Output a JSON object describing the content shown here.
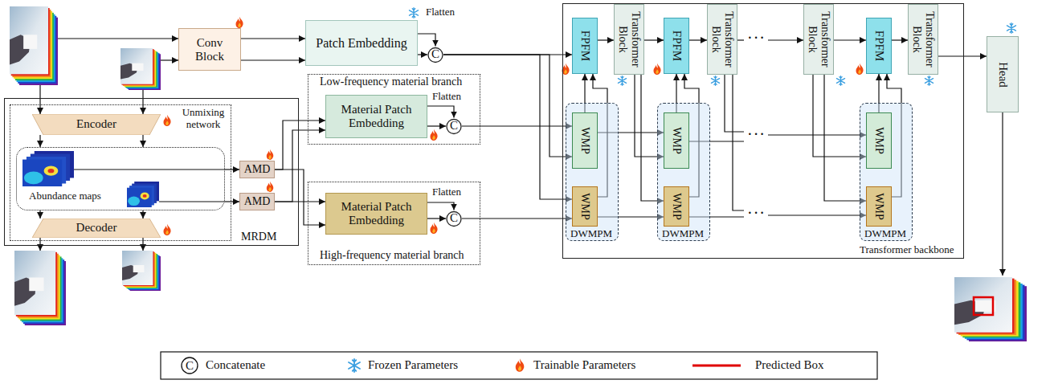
{
  "diagram": {
    "nodes": [
      {
        "text": [
          "Conv Block"
        ]
      },
      {
        "text": [
          "Patch Embedding"
        ]
      },
      {
        "text": [
          "C"
        ]
      },
      {
        "text": [
          "MRDM"
        ]
      },
      {
        "text": [
          "Unmixing network"
        ],
        "in": 3
      },
      {
        "text": [
          "Encoder"
        ],
        "in": 4
      },
      {
        "text": [
          "Abundance maps"
        ],
        "in": 4
      },
      {
        "text": [
          "Decoder"
        ],
        "in": 4
      },
      {
        "text": [
          "AMD"
        ],
        "in": 3
      },
      {
        "text": [
          "AMD"
        ],
        "in": 3
      },
      {
        "text": [
          "Low-frequency material branch"
        ]
      },
      {
        "text": [
          "Material Patch Embedding"
        ],
        "in": 10
      },
      {
        "text": [
          "C"
        ],
        "in": 10
      },
      {
        "text": [
          "High-frequency material branch"
        ]
      },
      {
        "text": [
          "Material Patch Embedding"
        ],
        "in": 13
      },
      {
        "text": [
          "C"
        ],
        "in": 13
      },
      {
        "text": [
          "Transformer backbone"
        ]
      },
      {
        "text": [
          "FPFM"
        ],
        "in": 16
      },
      {
        "text": [
          "Transformer Block"
        ],
        "in": 16
      },
      {
        "text": [
          "FPFM"
        ],
        "in": 16
      },
      {
        "text": [
          "Transformer Block"
        ],
        "in": 16
      },
      {
        "text": [
          "Transformer Block"
        ],
        "in": 16
      },
      {
        "text": [
          "FPFM"
        ],
        "in": 16
      },
      {
        "text": [
          "Transformer Block"
        ],
        "in": 16
      },
      {
        "text": [
          "DWMPM"
        ],
        "in": 16
      },
      {
        "text": [
          "WMP"
        ],
        "in": 24
      },
      {
        "text": [
          "WMP"
        ],
        "in": 24
      },
      {
        "text": [
          "DWMPM"
        ],
        "in": 16
      },
      {
        "text": [
          "WMP"
        ],
        "in": 27
      },
      {
        "text": [
          "WMP"
        ],
        "in": 27
      },
      {
        "text": [
          "DWMPM"
        ],
        "in": 16
      },
      {
        "text": [
          "WMP"
        ],
        "in": 30
      },
      {
        "text": [
          "WMP"
        ],
        "in": 30
      },
      {
        "text": [
          "Head"
        ]
      }
    ],
    "edges": [
      {
        "from": 0,
        "to": 1,
        "arrow": "to"
      },
      {
        "from": 0,
        "to": 1,
        "arrow": "to"
      },
      {
        "from": 1,
        "to": 2,
        "arrow": "to"
      },
      {
        "from": 1,
        "to": 2,
        "arrow": "to"
      },
      {
        "from": 2,
        "to": 17,
        "arrow": "to"
      },
      {
        "from": 2,
        "to": 25,
        "arrow": "to"
      },
      {
        "from": 2,
        "to": 26,
        "arrow": "to"
      },
      {
        "from": 5,
        "to": 6,
        "arrow": "to"
      },
      {
        "from": 5,
        "to": 6,
        "arrow": "to"
      },
      {
        "from": 6,
        "to": 7,
        "arrow": "to"
      },
      {
        "from": 6,
        "to": 7,
        "arrow": "to"
      },
      {
        "from": 6,
        "to": 8,
        "arrow": "to"
      },
      {
        "from": 6,
        "to": 9,
        "arrow": "to"
      },
      {
        "from": 8,
        "to": 11,
        "arrow": "to"
      },
      {
        "from": 8,
        "to": 14,
        "arrow": "to"
      },
      {
        "from": 9,
        "to": 11,
        "arrow": "to"
      },
      {
        "from": 9,
        "to": 14,
        "arrow": "to"
      },
      {
        "from": 11,
        "to": 12,
        "arrow": "to"
      },
      {
        "from": 11,
        "to": 12,
        "arrow": "to"
      },
      {
        "from": 14,
        "to": 15,
        "arrow": "to"
      },
      {
        "from": 14,
        "to": 15,
        "arrow": "to"
      },
      {
        "from": 12,
        "to": 25,
        "arrow": "to"
      },
      {
        "from": 15,
        "to": 26,
        "arrow": "to"
      },
      {
        "from": 17,
        "to": 18,
        "arrow": "to"
      },
      {
        "from": 18,
        "to": 19,
        "arrow": "to"
      },
      {
        "from": 19,
        "to": 20,
        "arrow": "to"
      },
      {
        "from": 21,
        "to": 22,
        "arrow": "to"
      },
      {
        "from": 22,
        "to": 23,
        "arrow": "to"
      },
      {
        "from": 23,
        "to": 33,
        "arrow": "to"
      },
      {
        "from": 25,
        "to": 17,
        "arrow": "to"
      },
      {
        "from": 26,
        "to": 17,
        "arrow": "to"
      },
      {
        "from": 25,
        "to": 28,
        "arrow": "to"
      },
      {
        "from": 26,
        "to": 29,
        "arrow": "to"
      },
      {
        "from": 18,
        "to": 28,
        "arrow": "to"
      },
      {
        "from": 18,
        "to": 29,
        "arrow": "to"
      },
      {
        "from": 28,
        "to": 19,
        "arrow": "to"
      },
      {
        "from": 29,
        "to": 19,
        "arrow": "to"
      },
      {
        "from": 21,
        "to": 31,
        "arrow": "to"
      },
      {
        "from": 21,
        "to": 32,
        "arrow": "to"
      },
      {
        "from": 31,
        "to": 22,
        "arrow": "to"
      },
      {
        "from": 32,
        "to": 22,
        "arrow": "to"
      }
    ],
    "labels": [
      "Flatten",
      "Flatten",
      "Flatten",
      "···",
      "···",
      "···",
      "C"
    ],
    "legend": [
      {
        "text": "Concatenate"
      },
      {
        "text": "Frozen Parameters"
      },
      {
        "text": "Trainable Parameters"
      },
      {
        "text": "Predicted Box"
      }
    ]
  }
}
